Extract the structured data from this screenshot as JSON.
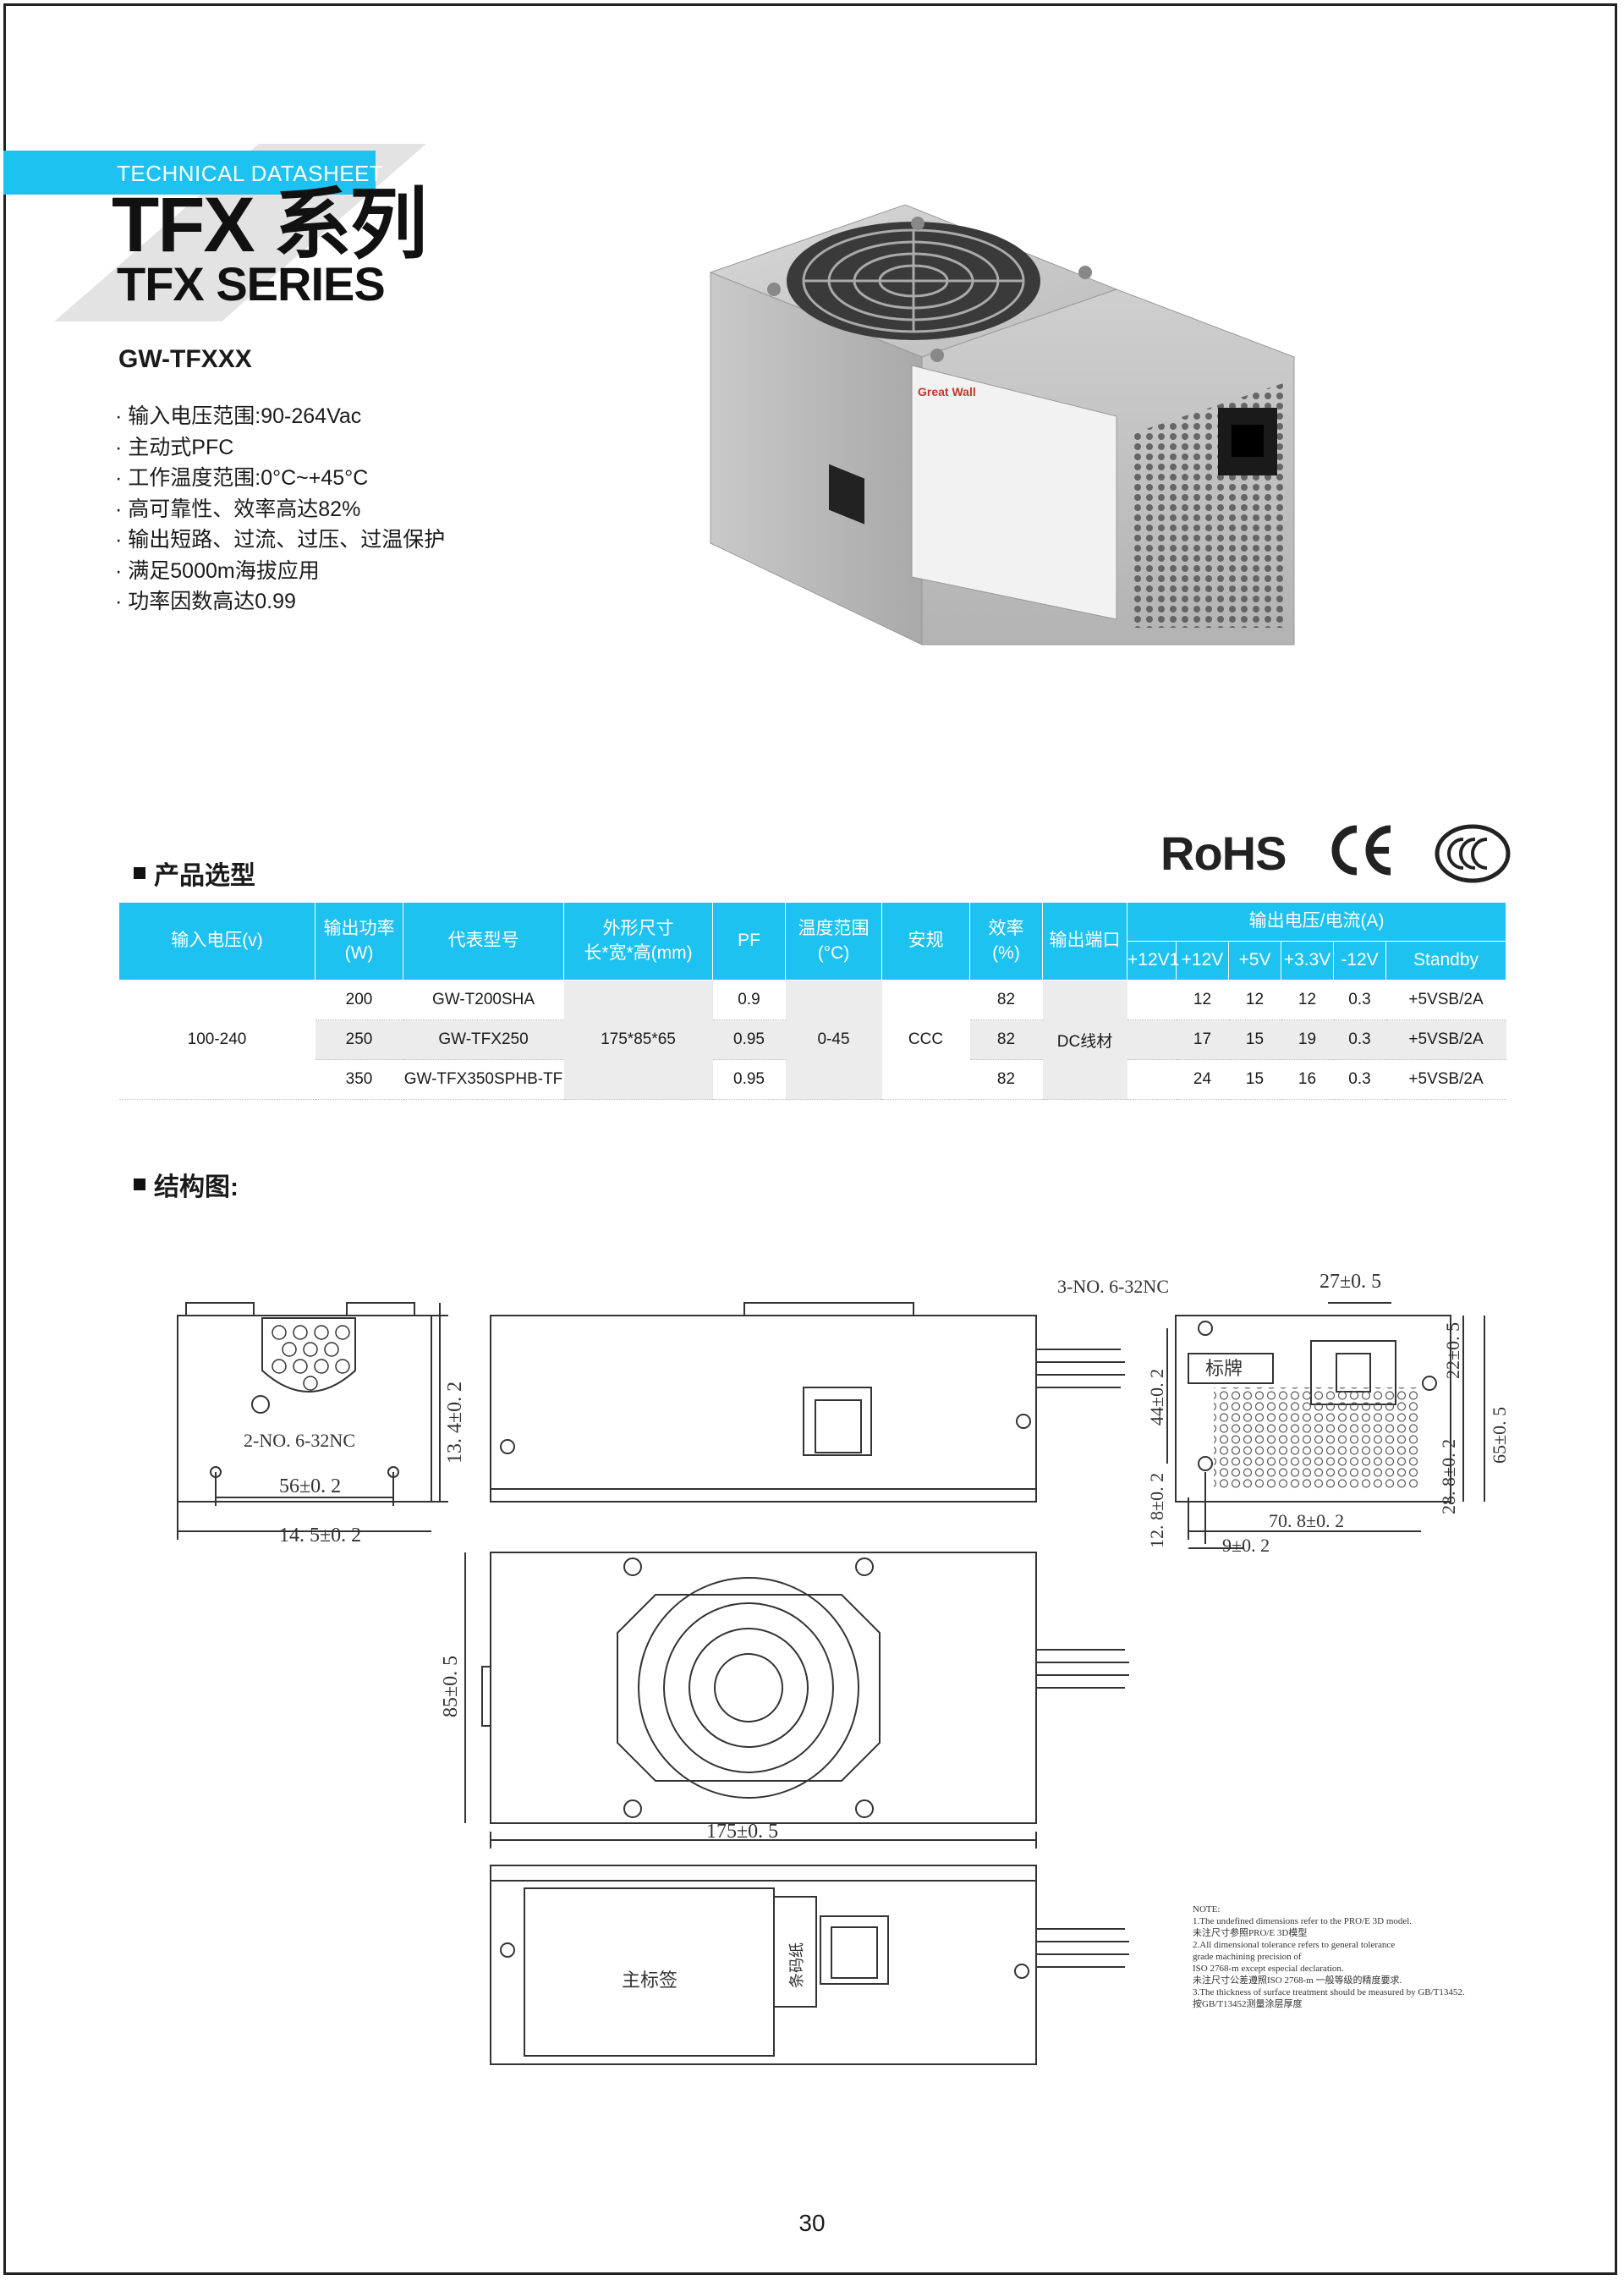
{
  "header": {
    "datasheet_label": "TECHNICAL DATASHEET",
    "series_cn": "TFX 系列",
    "series_en": "TFX SERIES",
    "model": "GW-TFXXX"
  },
  "features": [
    "输入电压范围:90-264Vac",
    "主动式PFC",
    "工作温度范围:0°C~+45°C",
    "高可靠性、效率高达82%",
    "输出短路、过流、过压、过温保护",
    "满足5000m海拔应用",
    "功率因数高达0.99"
  ],
  "product_label": {
    "brand": "Great Wall"
  },
  "sections": {
    "selection": "产品选型",
    "structure": "结构图:"
  },
  "certs": {
    "rohs": "RoHS"
  },
  "table": {
    "headers": {
      "input_voltage": "输入电压(v)",
      "output_power": "输出功率(W)",
      "model": "代表型号",
      "size_1": "外形尺寸",
      "size_2": "长*宽*高(mm)",
      "pf": "PF",
      "temp_1": "温度范围",
      "temp_2": "(°C)",
      "safety": "安规",
      "eff_1": "效率",
      "eff_2": "(%)",
      "port": "输出端口",
      "out_group": "输出电压/电流(A)",
      "v12v1": "+12V1",
      "v12v": "+12V",
      "v5v": "+5V",
      "v33v": "+3.3V",
      "vneg12": "-12V",
      "standby": "Standby"
    },
    "merged": {
      "input_voltage": "100-240",
      "size": "175*85*65",
      "temp": "0-45",
      "safety": "CCC",
      "port": "DC线材"
    },
    "rows": [
      {
        "power": "200",
        "model": "GW-T200SHA",
        "pf": "0.9",
        "eff": "82",
        "v12v1": "",
        "v12v": "12",
        "v5v": "12",
        "v33v": "12",
        "vneg12": "0.3",
        "standby": "+5VSB/2A"
      },
      {
        "power": "250",
        "model": "GW-TFX250",
        "pf": "0.95",
        "eff": "82",
        "v12v1": "",
        "v12v": "17",
        "v5v": "15",
        "v33v": "19",
        "vneg12": "0.3",
        "standby": "+5VSB/2A"
      },
      {
        "power": "350",
        "model": "GW-TFX350SPHB-TF",
        "pf": "0.95",
        "eff": "82",
        "v12v1": "",
        "v12v": "24",
        "v5v": "15",
        "v33v": "16",
        "vneg12": "0.3",
        "standby": "+5VSB/2A"
      }
    ]
  },
  "drawing": {
    "screw_3": "3-NO. 6-32NC",
    "screw_2": "2-NO. 6-32NC",
    "d56": "56±0. 2",
    "d14_5": "14. 5±0. 2",
    "d13_4": "13. 4±0. 2",
    "d85": "85±0. 5",
    "d175": "175±0. 5",
    "d27": "27±0. 5",
    "d22": "22±0. 5",
    "d65": "65±0. 5",
    "d44": "44±0. 2",
    "d12_8": "12. 8±0. 2",
    "d28_8": "28. 8±0. 2",
    "d70_8": "70. 8±0. 2",
    "d9": "9±0. 2",
    "nameplate": "标牌",
    "main_label": "主标签",
    "barcode": "条码纸",
    "notes": [
      "NOTE:",
      "1.The undefined dimensions refer to the PRO/E 3D model.",
      "   未注尺寸参照PRO/E 3D模型",
      "2.All dimensional tolerance refers to general tolerance",
      "grade machining precision of",
      "   ISO 2768-m except especial declaration.",
      "   未注尺寸公差遵照ISO 2768-m 一般等级的精度要求.",
      "3.The thickness of surface treatment should be measured by GB/T13452.",
      "   按GB/T13452测量涂层厚度"
    ]
  },
  "page_number": "30"
}
